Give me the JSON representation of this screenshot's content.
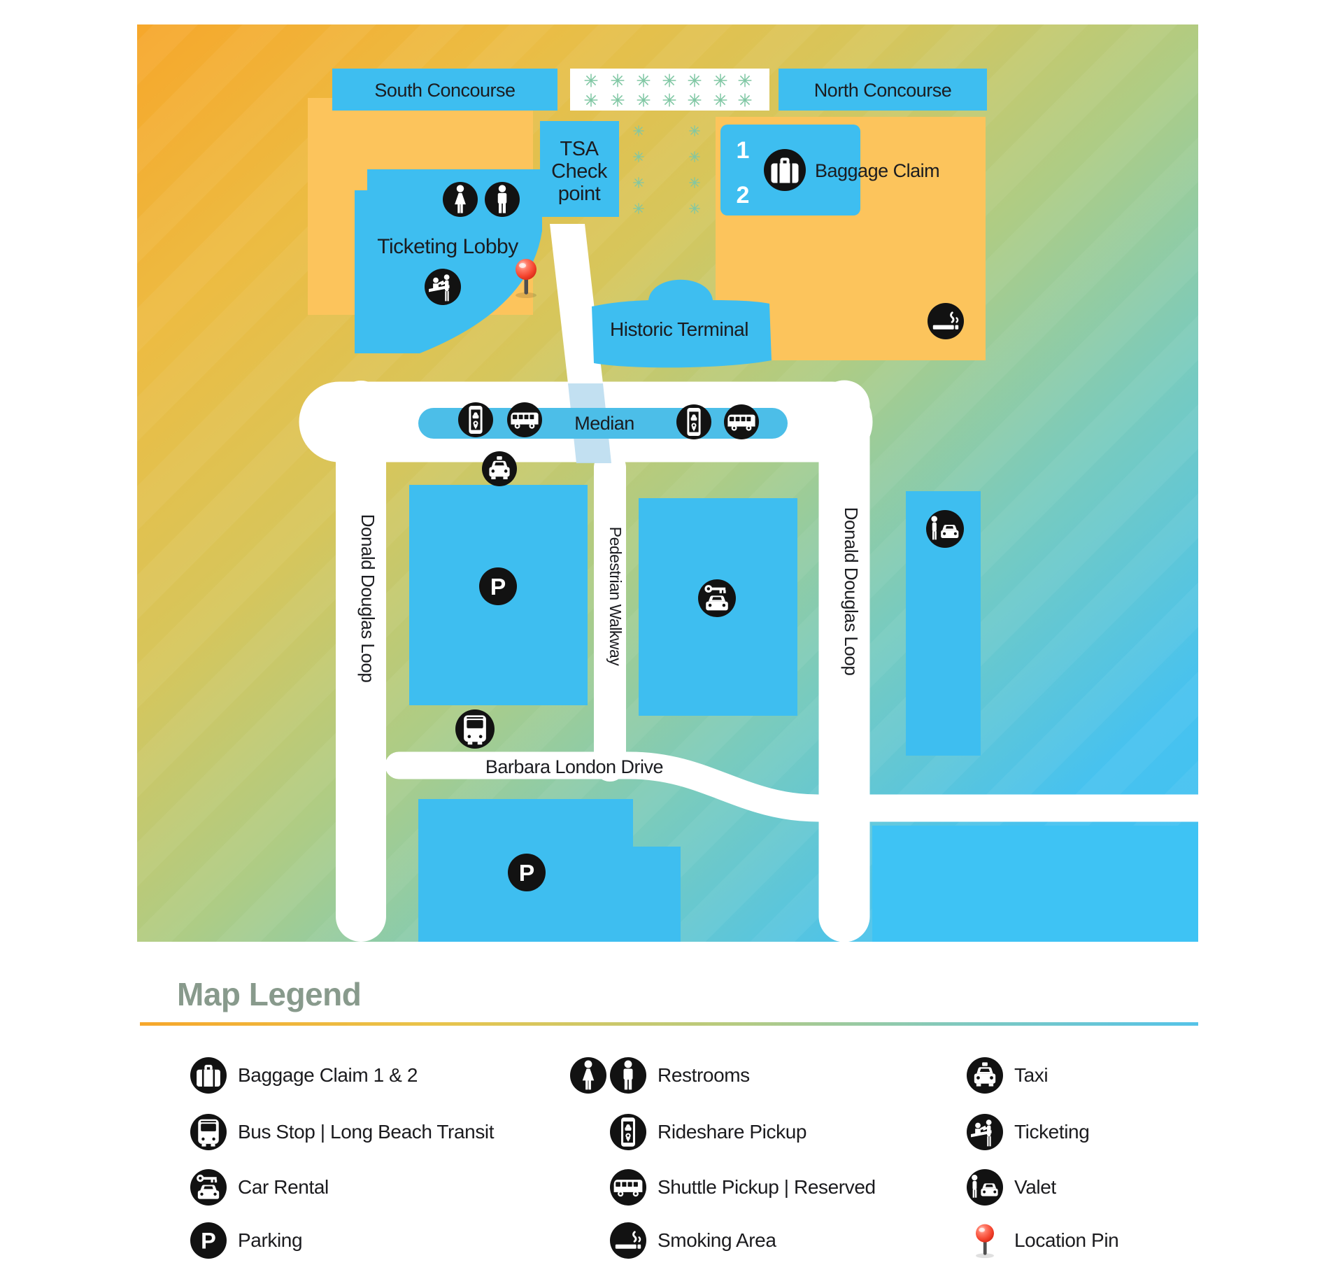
{
  "map": {
    "south_concourse": "South Concourse",
    "north_concourse": "North Concourse",
    "tsa": {
      "l1": "TSA",
      "l2": "Check",
      "l3": "point"
    },
    "baggage": {
      "num1": "1",
      "num2": "2",
      "label": "Baggage Claim"
    },
    "ticketing_lobby": "Ticketing Lobby",
    "historic_terminal": "Historic Terminal",
    "median": "Median",
    "roads": {
      "donald_douglas_loop": "Donald Douglas Loop",
      "pedestrian_walkway": "Pedestrian Walkway",
      "barbara_london_drive": "Barbara London Drive"
    },
    "parking_letter": "P"
  },
  "legend": {
    "title": "Map Legend",
    "col1": [
      {
        "icon": "baggage-icon",
        "label": "Baggage Claim 1 & 2"
      },
      {
        "icon": "bus-stop-icon",
        "label": "Bus Stop | Long Beach Transit"
      },
      {
        "icon": "car-rental-icon",
        "label": "Car Rental"
      },
      {
        "icon": "parking-icon",
        "label": "Parking"
      }
    ],
    "col2": [
      {
        "icon": "restrooms-icon",
        "label": "Restrooms"
      },
      {
        "icon": "rideshare-icon",
        "label": "Rideshare Pickup"
      },
      {
        "icon": "shuttle-icon",
        "label": "Shuttle Pickup | Reserved"
      },
      {
        "icon": "smoking-icon",
        "label": "Smoking Area"
      }
    ],
    "col3": [
      {
        "icon": "taxi-icon",
        "label": "Taxi"
      },
      {
        "icon": "ticketing-icon",
        "label": "Ticketing"
      },
      {
        "icon": "valet-icon",
        "label": "Valet"
      },
      {
        "icon": "location-pin-icon",
        "label": "Location Pin"
      }
    ]
  },
  "colors": {
    "building_blue": "#3EBEF0",
    "median_blue": "#4CBEE8",
    "pad_orange": "#FCC45C",
    "gradient_orange": "#F6A72B",
    "gradient_cyan": "#45C2F0",
    "star_green": "#80C7A4",
    "icon_black": "#121212",
    "road_white": "#FFFFFF",
    "legend_title_green": "#889A8C",
    "pin_red": "#E6402C",
    "text_dark": "#1B1C20"
  }
}
